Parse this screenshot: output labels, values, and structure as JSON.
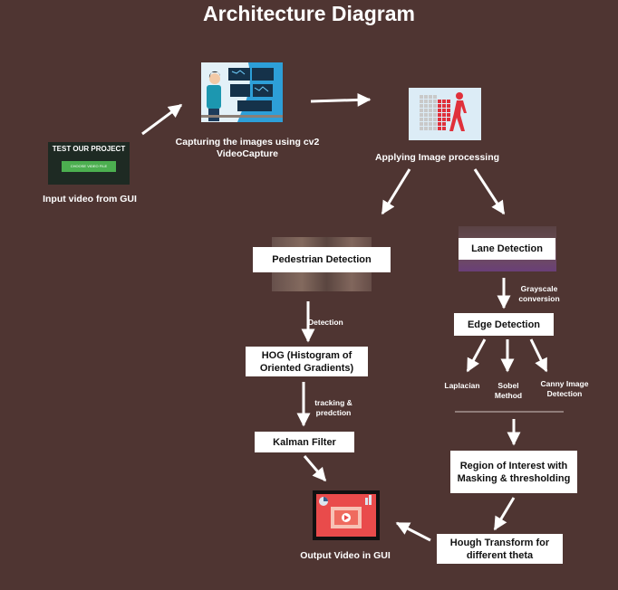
{
  "title": "Architecture Diagram",
  "gui_card": {
    "heading": "TEST OUR PROJECT",
    "button": "CHOOSE VIDEO FILE"
  },
  "nodes": {
    "input_video": "Input video from GUI",
    "capture": "Capturing the images using cv2 VideoCapture",
    "image_processing": "Applying Image processing",
    "pedestrian": "Pedestrian Detection",
    "lane": "Lane Detection",
    "hog": "HOG (Histogram of Oriented Gradients)",
    "kalman": "Kalman Filter",
    "edge": "Edge Detection",
    "laplacian": "Laplacian",
    "sobel": "Sobel Method",
    "canny": "Canny Image Detection",
    "roi": "Region of Interest with Masking & thresholding",
    "hough": "Hough Transform for different theta",
    "output": "Output Video in GUI"
  },
  "edge_labels": {
    "detection": "Detection",
    "tracking": "tracking & predction",
    "grayscale": "Grayscale conversion"
  },
  "colors": {
    "background": "#4f3532",
    "box": "#ffffff",
    "arrow": "#ffffff",
    "gui_button": "#4caf50"
  },
  "icons": [
    "developer-workstation-icon",
    "pedestrian-grid-icon",
    "video-player-icon"
  ]
}
